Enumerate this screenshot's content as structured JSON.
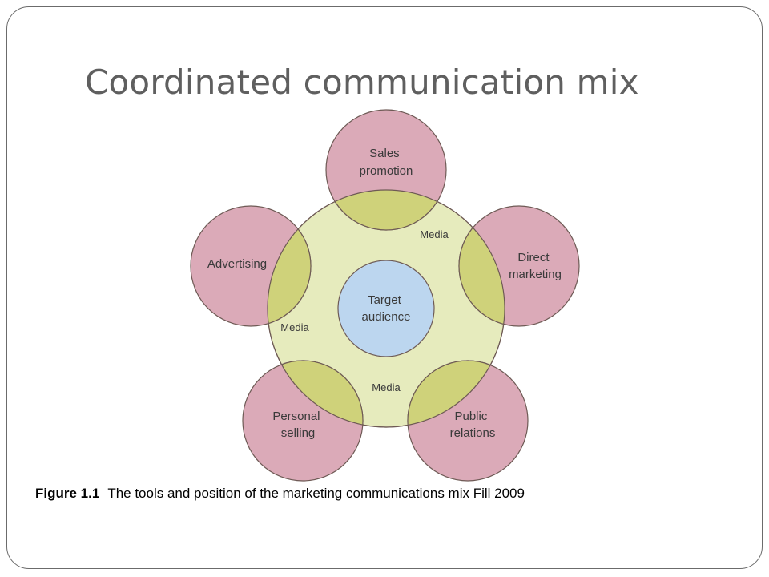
{
  "slide": {
    "title": "Coordinated communication mix"
  },
  "diagram": {
    "center": {
      "label_lines": [
        "Target",
        "audience"
      ]
    },
    "tools": [
      {
        "id": "sales-promotion",
        "label_lines": [
          "Sales",
          "promotion"
        ]
      },
      {
        "id": "direct-marketing",
        "label_lines": [
          "Direct",
          "marketing"
        ]
      },
      {
        "id": "public-relations",
        "label_lines": [
          "Public",
          "relations"
        ]
      },
      {
        "id": "personal-selling",
        "label_lines": [
          "Personal",
          "selling"
        ]
      },
      {
        "id": "advertising",
        "label_lines": [
          "Advertising"
        ]
      }
    ],
    "media_labels": [
      "Media",
      "Media",
      "Media"
    ]
  },
  "caption": {
    "figure_number": "Figure 1.1",
    "text": "The tools and position of the marketing communications mix Fill 2009"
  },
  "colors": {
    "media_ring_fill": "#e6ebbd",
    "tool_fill": "#dbaab8",
    "overlap_fill": "#cfd27a",
    "center_fill": "#bcd6ef",
    "outline": "#6e5a55",
    "title_text": "#5f5f5f"
  }
}
